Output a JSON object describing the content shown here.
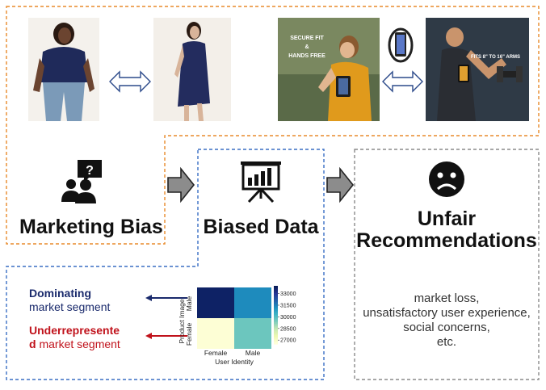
{
  "photos": {
    "ad1_line1": "SECURE FIT",
    "ad1_line2": "&",
    "ad1_line3": "HANDS FREE",
    "ad2_text": "FITS 8\" TO 16\" ARMS"
  },
  "marketing_bias": {
    "title": "Marketing Bias",
    "icon": "user-question-icon"
  },
  "biased_data": {
    "title": "Biased Data",
    "icon": "presentation-chart-icon"
  },
  "unfair": {
    "title_line1": "Unfair",
    "title_line2": "Recommendations",
    "icon": "sad-face-icon"
  },
  "consequences": [
    "market loss,",
    "unsatisfactory user experience,",
    "social concerns,",
    "etc."
  ],
  "legend": {
    "dominating_bold": "Dominating",
    "dominating_rest": "market segment",
    "under_bold_1": "Underrepresente",
    "under_bold_2": "d",
    "under_rest": " market segment",
    "dominating_color": "#1a2a6c",
    "under_color": "#c0121b"
  },
  "chart_data": {
    "type": "heatmap",
    "x_categories": [
      "Female",
      "Male"
    ],
    "y_categories": [
      "Male",
      "Female"
    ],
    "xlabel": "User Identity",
    "ylabel": "Product Image",
    "values": [
      [
        33800,
        31300
      ],
      [
        26600,
        29600
      ]
    ],
    "colorbar_ticks": [
      33000,
      31500,
      30000,
      28500,
      27000
    ],
    "colorbar_range": [
      26500,
      34000
    ],
    "colormap": "YlGnBu"
  },
  "colors": {
    "orange_dash": "#e88a2b",
    "blue_dash": "#3a6fc4",
    "gray_dash": "#8a8a8a",
    "arrow_fill": "#8c8c8c"
  }
}
